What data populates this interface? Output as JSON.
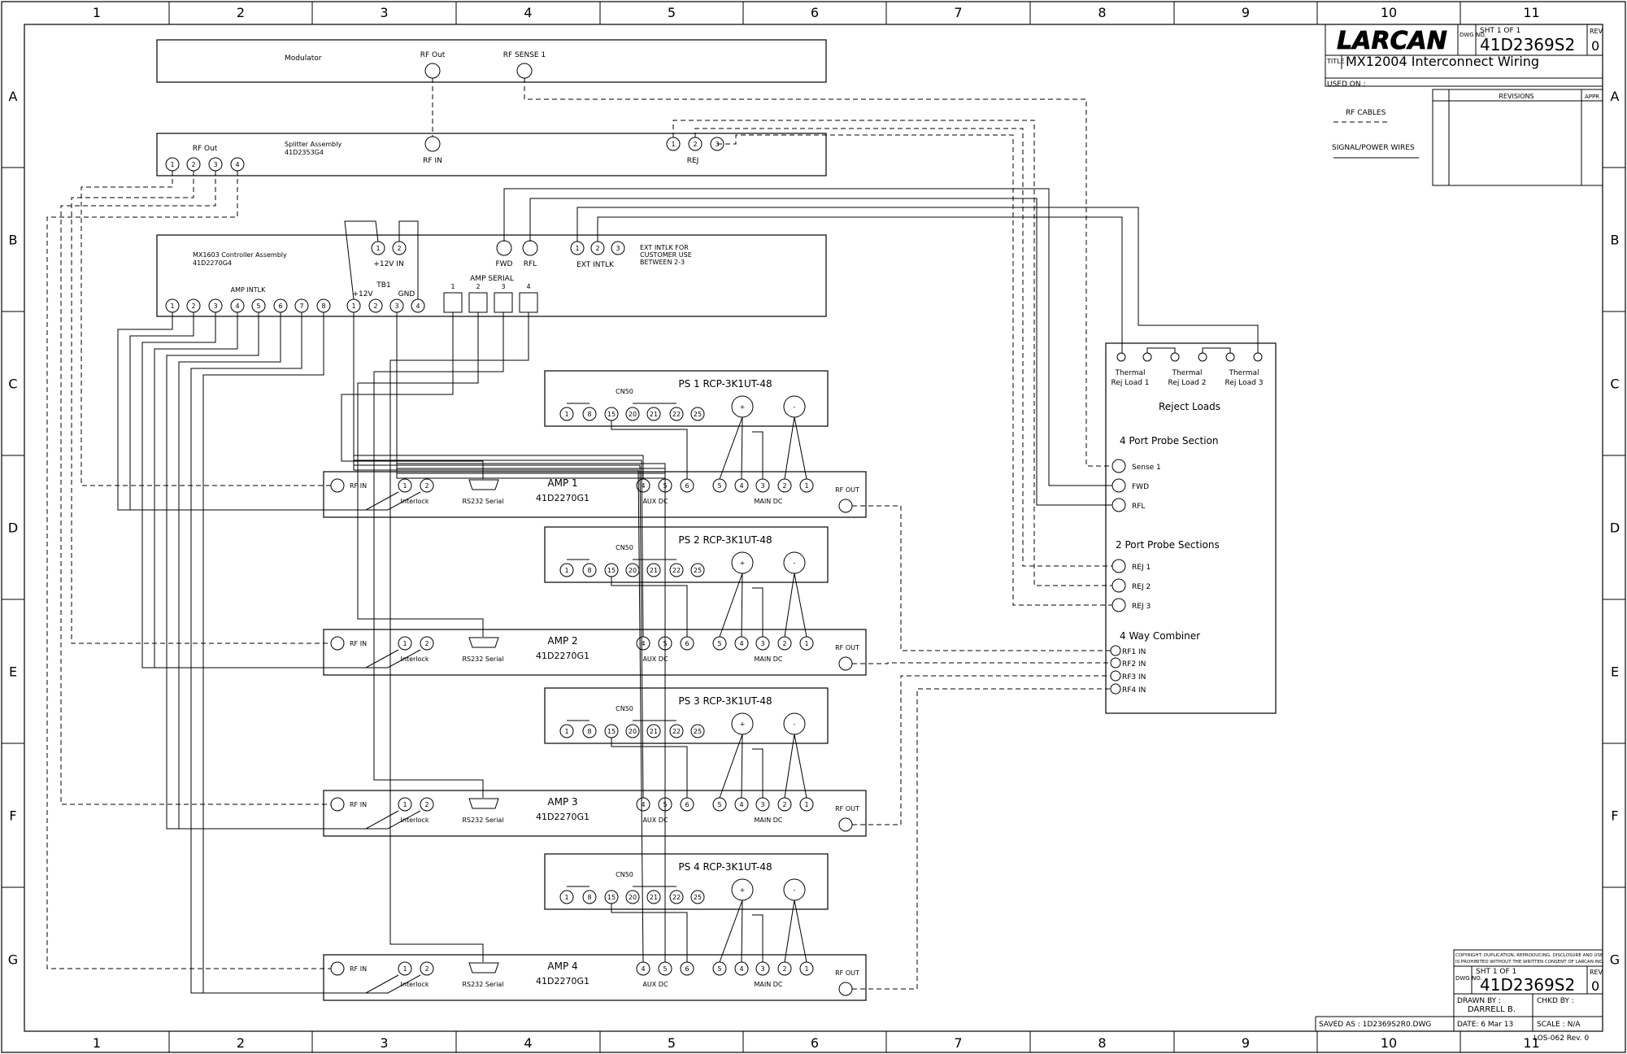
{
  "colors": {
    "line": "#000000",
    "paper": "#ffffff"
  },
  "grid": {
    "cols": [
      "1",
      "2",
      "3",
      "4",
      "5",
      "6",
      "7",
      "8",
      "9",
      "10",
      "11"
    ],
    "rows": [
      "A",
      "B",
      "C",
      "D",
      "E",
      "F",
      "G"
    ]
  },
  "title_block": {
    "logo": "LARCAN",
    "dwg_no_label": "DWG NO.",
    "sheet": "SHT 1 OF 1",
    "dwg_no": "41D2369S2",
    "rev_label": "REV",
    "rev": "0",
    "title_label": "TITLE",
    "title": "MX12004 Interconnect Wiring",
    "used_on": "USED ON :",
    "revisions": "REVISIONS",
    "appr": "APPR",
    "legend_rf": "RF CABLES",
    "legend_signal": "SIGNAL/POWER WIRES",
    "copyright_1": "COPYRIGHT: DUPLICATION, REPRODUCING, DISCLOSURE AND USE",
    "copyright_2": "IS PROHIBITED WITHOUT THE WRITTEN CONSENT OF LARCAN INC.",
    "drawn_by_label": "DRAWN BY :",
    "drawn_by": "DARRELL B.",
    "chkd_by": "CHKD BY :",
    "saved_as": "SAVED AS : 1D2369S2R0.DWG",
    "date": "DATE: 6 Mar 13",
    "scale": "SCALE : N/A",
    "form": "LOS-062  Rev. 0"
  },
  "modulator": {
    "title": "Modulator",
    "rf_out": "RF Out",
    "rf_sense": "RF SENSE 1"
  },
  "splitter": {
    "title": "Splitter Assembly",
    "part": "41D2353G4",
    "rf_out": "RF Out",
    "rf_in": "RF IN",
    "rej": "REJ",
    "out_pins": [
      "1",
      "2",
      "3",
      "4"
    ],
    "rej_pins": [
      "1",
      "2",
      "3"
    ]
  },
  "controller": {
    "title": "MX1603 Controller Assembly",
    "part": "41D2270G4",
    "amp_intlk": "AMP INTLK",
    "intlk_pins": [
      "1",
      "2",
      "3",
      "4",
      "5",
      "6",
      "7",
      "8"
    ],
    "in12v": "+12V IN",
    "in12v_pins": [
      "1",
      "2"
    ],
    "fwd": "FWD",
    "rfl": "RFL",
    "ext_pins": [
      "1",
      "2",
      "3"
    ],
    "ext_intlk": "EXT INTLK",
    "ext_note_1": "EXT INTLK FOR",
    "ext_note_2": "CUSTOMER USE",
    "ext_note_3": "BETWEEN 2-3",
    "tb1": "TB1",
    "tb_12v": "+12V",
    "tb_gnd": "GND",
    "tb_pins": [
      "1",
      "2",
      "3",
      "4"
    ],
    "amp_serial": "AMP SERIAL",
    "serial_nums": [
      "1",
      "2",
      "3",
      "4"
    ]
  },
  "power_supplies": [
    {
      "title": "PS 1  RCP-3K1UT-48"
    },
    {
      "title": "PS 2  RCP-3K1UT-48"
    },
    {
      "title": "PS 3  RCP-3K1UT-48"
    },
    {
      "title": "PS 4  RCP-3K1UT-48"
    }
  ],
  "ps_common": {
    "cn50": "CN50",
    "pins": [
      "1",
      "8",
      "15",
      "20",
      "21",
      "22",
      "25"
    ],
    "plus": "+",
    "minus": "-"
  },
  "amplifiers": [
    {
      "title": "AMP 1",
      "part": "41D2270G1"
    },
    {
      "title": "AMP 2",
      "part": "41D2270G1"
    },
    {
      "title": "AMP 3",
      "part": "41D2270G1"
    },
    {
      "title": "AMP 4",
      "part": "41D2270G1"
    }
  ],
  "amp_common": {
    "rf_in": "RF IN",
    "interlock": "Interlock",
    "intlk_pins": [
      "1",
      "2"
    ],
    "serial": "RS232 Serial",
    "aux_pins": [
      "4",
      "5",
      "6"
    ],
    "aux_dc": "AUX DC",
    "main_pins": [
      "5",
      "4",
      "3",
      "2",
      "1"
    ],
    "main_dc": "MAIN DC",
    "rf_out": "RF OUT"
  },
  "reject_panel": {
    "thermals": [
      "Thermal",
      "Thermal",
      "Thermal"
    ],
    "loads": [
      "Rej Load 1",
      "Rej Load 2",
      "Rej Load 3"
    ],
    "reject_loads": "Reject Loads",
    "probe4": "4 Port Probe Section",
    "sense": "Sense 1",
    "fwd": "FWD",
    "rfl": "RFL",
    "probe2": "2 Port Probe Sections",
    "rej": [
      "REJ 1",
      "REJ 2",
      "REJ 3"
    ],
    "combiner": "4 Way Combiner",
    "rf_in": [
      "RF1 IN",
      "RF2 IN",
      "RF3 IN",
      "RF4 IN"
    ]
  }
}
